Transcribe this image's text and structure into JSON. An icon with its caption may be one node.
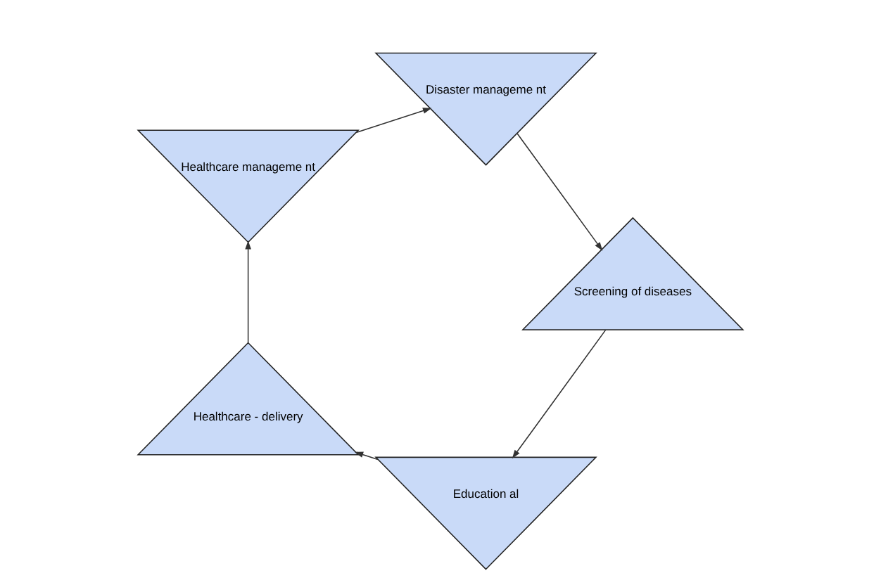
{
  "diagram": {
    "nodes": [
      {
        "text": [
          "Education al"
        ]
      },
      {
        "text": [
          "Healthcare - delivery"
        ]
      },
      {
        "text": [
          "Healthcare manageme nt"
        ]
      },
      {
        "text": [
          "Disaster manageme nt"
        ]
      },
      {
        "text": [
          "Screening of diseases"
        ]
      }
    ],
    "edges": [
      {
        "from": 0,
        "to": 1,
        "arrow": "to"
      },
      {
        "from": 1,
        "to": 2,
        "arrow": "to"
      },
      {
        "from": 2,
        "to": 3,
        "arrow": "to"
      },
      {
        "from": 3,
        "to": 4,
        "arrow": "to"
      },
      {
        "from": 4,
        "to": 0,
        "arrow": "to"
      }
    ]
  }
}
